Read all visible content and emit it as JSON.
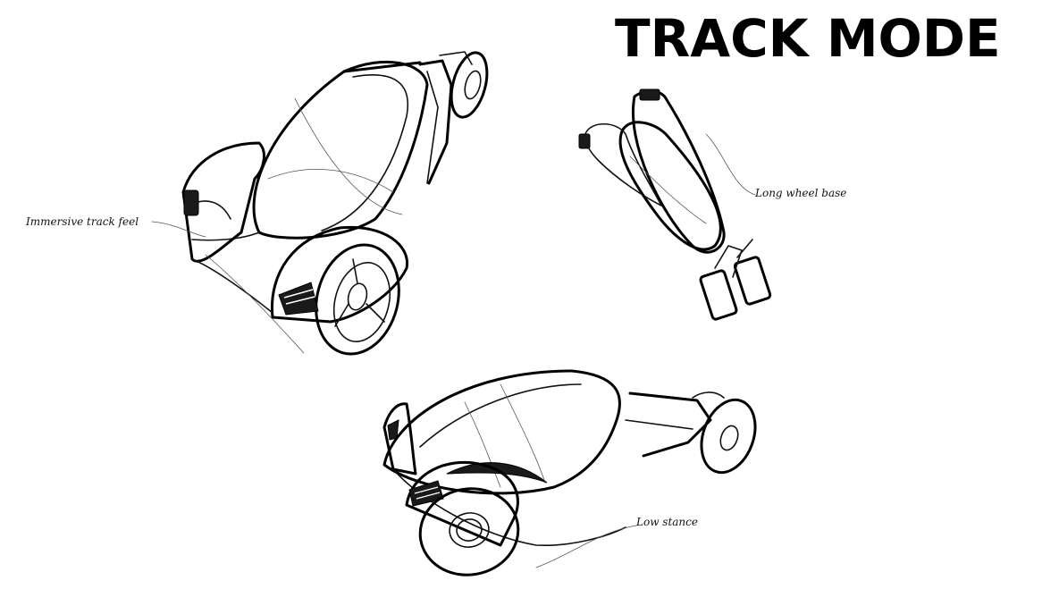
{
  "title": "TRACK MODE",
  "annotations": {
    "immersive": "Immersive track feel",
    "long_wheel_base": "Long wheel base",
    "low_stance": "Low stance"
  }
}
